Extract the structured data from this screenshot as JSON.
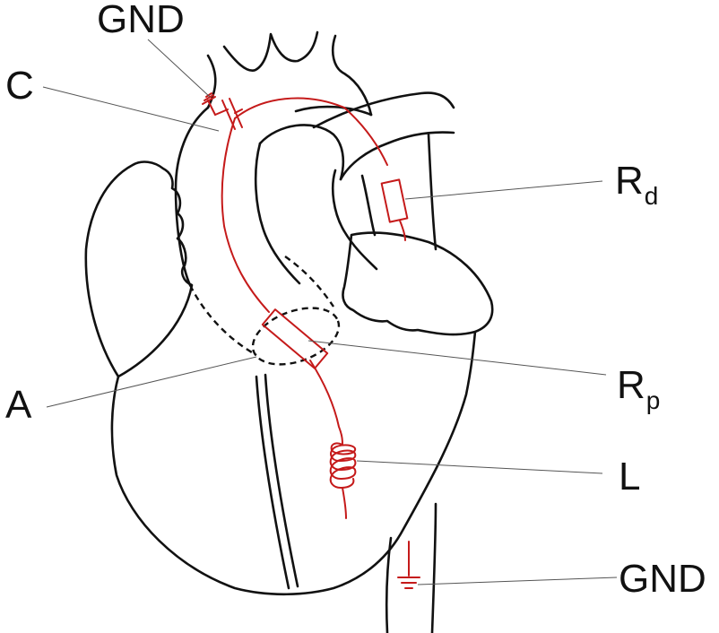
{
  "labels": {
    "gnd_top": "GND",
    "c": "C",
    "rd_main": "R",
    "rd_sub": "d",
    "a": "A",
    "rp_main": "R",
    "rp_sub": "p",
    "l": "L",
    "gnd_bottom": "GND"
  },
  "colors": {
    "circuit": "#c51a1a",
    "outline": "#111111",
    "leader": "#555555"
  }
}
